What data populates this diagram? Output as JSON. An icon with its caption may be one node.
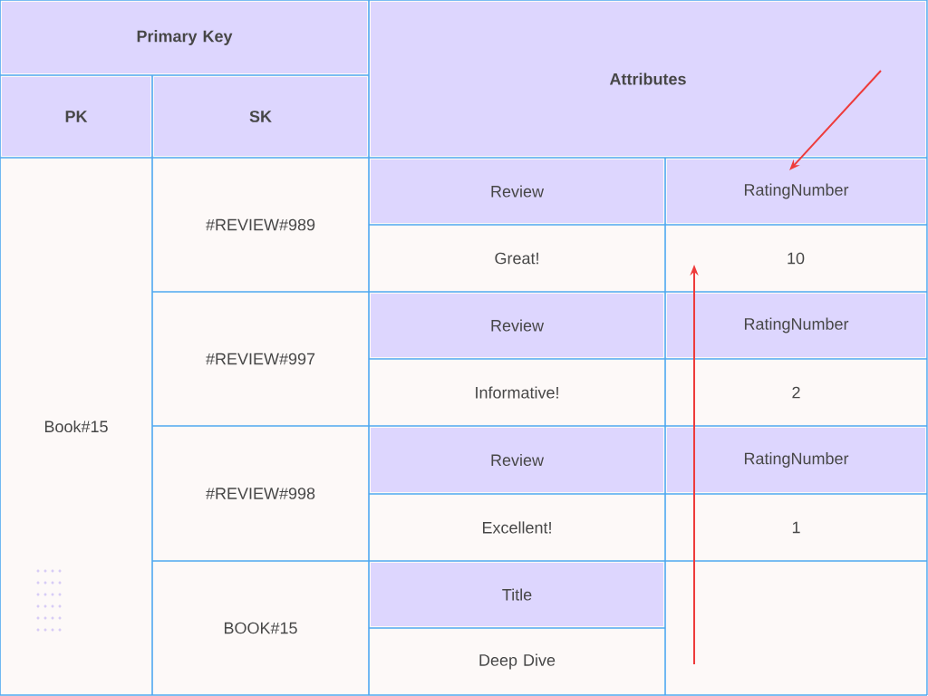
{
  "diagram": {
    "nodes": [
      {
        "text": [
          "Primary Key"
        ]
      },
      {
        "text": [
          "Attributes"
        ]
      },
      {
        "text": [
          "PK"
        ]
      },
      {
        "text": [
          "SK"
        ]
      },
      {
        "text": [
          "Book#15"
        ]
      },
      {
        "text": [
          "#REVIEW#989"
        ]
      },
      {
        "text": [
          "Review"
        ]
      },
      {
        "text": [
          "RatingNumber"
        ]
      },
      {
        "text": [
          "Great!"
        ]
      },
      {
        "text": [
          "10"
        ]
      },
      {
        "text": [
          "#REVIEW#997"
        ]
      },
      {
        "text": [
          "Review"
        ]
      },
      {
        "text": [
          "RatingNumber"
        ]
      },
      {
        "text": [
          "Informative!"
        ]
      },
      {
        "text": [
          "2"
        ]
      },
      {
        "text": [
          "#REVIEW#998"
        ]
      },
      {
        "text": [
          "Review"
        ]
      },
      {
        "text": [
          "RatingNumber"
        ]
      },
      {
        "text": [
          "Excellent!"
        ]
      },
      {
        "text": [
          "1"
        ]
      },
      {
        "text": [
          "BOOK#15"
        ]
      },
      {
        "text": [
          "Title"
        ]
      },
      {
        "text": [
          "Deep Dive"
        ]
      }
    ],
    "edges": [
      {
        "from": 1,
        "to": 7,
        "arrow": "to"
      }
    ]
  }
}
